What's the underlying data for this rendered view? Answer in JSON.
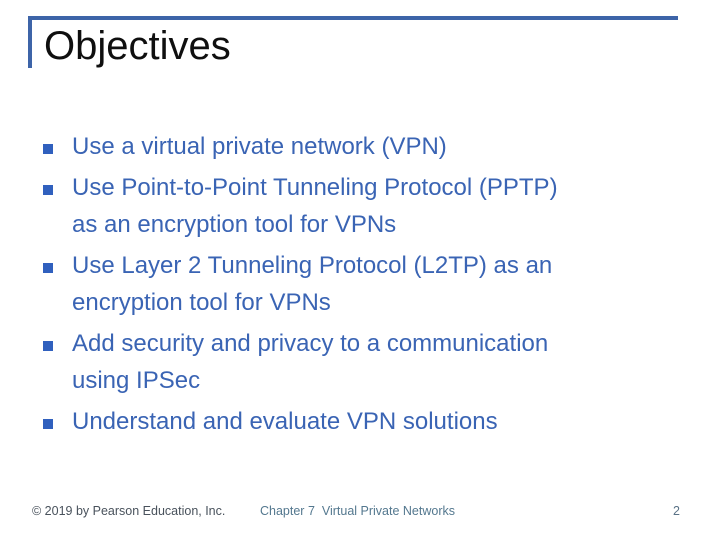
{
  "slide": {
    "title": "Objectives",
    "bullets": [
      {
        "text": "Use a virtual private network (VPN)"
      },
      {
        "text": "Use Point-to-Point Tunneling Protocol (PPTP)\nas an encryption tool for VPNs"
      },
      {
        "text": "Use Layer 2 Tunneling Protocol (L2TP) as an\nencryption tool for VPNs"
      },
      {
        "text": "Add security and privacy to a communication\nusing IPSec"
      },
      {
        "text": "Understand and evaluate VPN solutions"
      }
    ],
    "footer": {
      "copyright": "© 2019 by Pearson Education, Inc.",
      "chapter": "Chapter 7  Virtual Private Networks",
      "page_number": "2"
    },
    "colors": {
      "accent_rule": "#3d64a8",
      "bullet_text": "#3a64b4",
      "bullet_square": "#3060be",
      "title_text": "#0f0f0f",
      "footer_copyright": "#49525c",
      "footer_chapter": "#54788f",
      "footer_page_number": "#5a7286"
    }
  }
}
